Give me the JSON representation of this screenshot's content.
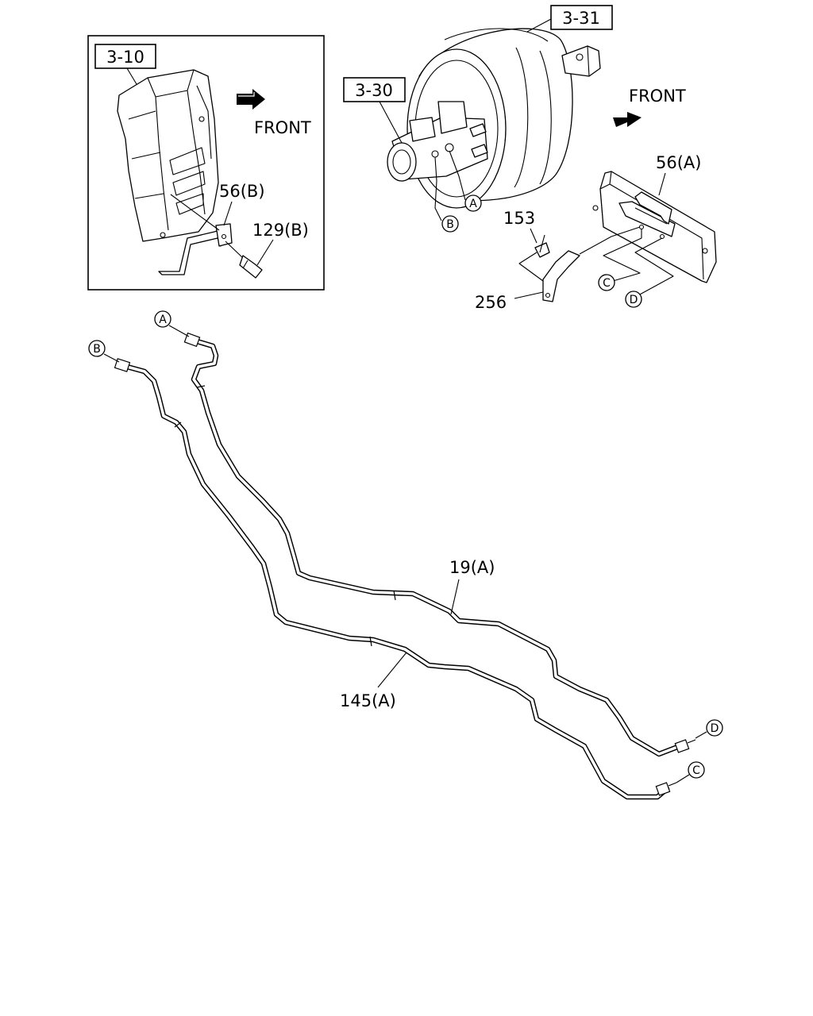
{
  "refs": {
    "ref_3_10": "3-10",
    "ref_3_31": "3-31",
    "ref_3_30": "3-30"
  },
  "front_labels": {
    "inset": "FRONT",
    "main": "FRONT"
  },
  "part_labels": {
    "p56a": "56(A)",
    "p56b": "56(B)",
    "p129b": "129(B)",
    "p153": "153",
    "p256": "256",
    "p19a": "19(A)",
    "p145a": "145(A)"
  },
  "connection_markers": {
    "a": "A",
    "b": "B",
    "c": "C",
    "d": "D"
  }
}
